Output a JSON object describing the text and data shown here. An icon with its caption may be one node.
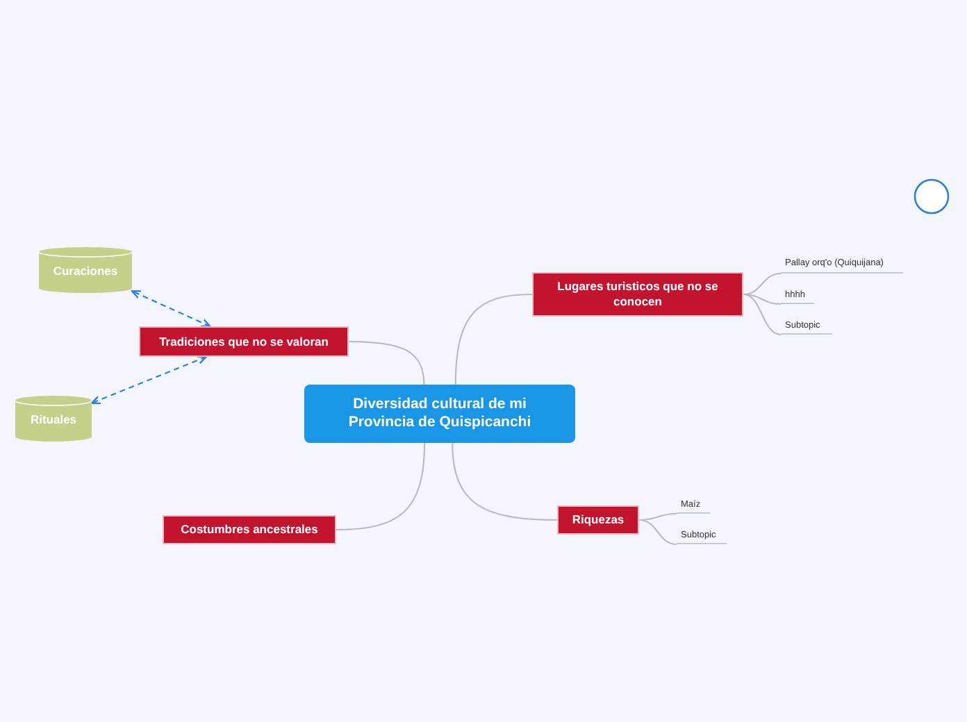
{
  "diagram": {
    "nodes": [
      {
        "text": [
          "Diversidad cultural de mi Provincia de Quispicanchi"
        ]
      },
      {
        "text": [
          "Tradiciones que no se valoran"
        ]
      },
      {
        "text": [
          "Curaciones"
        ]
      },
      {
        "text": [
          "Rituales"
        ]
      },
      {
        "text": [
          "Lugares turisticos que no se conocen"
        ]
      },
      {
        "text": [
          "Pallay orq'o (Quiquijana)"
        ]
      },
      {
        "text": [
          "hhhh"
        ]
      },
      {
        "text": [
          "Subtopic"
        ]
      },
      {
        "text": [
          "Riquezas"
        ]
      },
      {
        "text": [
          "Maíz"
        ]
      },
      {
        "text": [
          "Subtopic"
        ]
      },
      {
        "text": [
          "Costumbres ancestrales"
        ]
      },
      {
        "text": [],
        "shape": "circle"
      }
    ],
    "edges": [
      {
        "from": 0,
        "to": 1,
        "arrow": "none"
      },
      {
        "from": 1,
        "to": 2,
        "arrow": "both",
        "style": "dashed",
        "color": "#2f7fe0"
      },
      {
        "from": 1,
        "to": 3,
        "arrow": "both",
        "style": "dashed",
        "color": "#2f7fe0"
      },
      {
        "from": 0,
        "to": 4,
        "arrow": "none"
      },
      {
        "from": 4,
        "to": 5,
        "arrow": "none"
      },
      {
        "from": 4,
        "to": 6,
        "arrow": "none"
      },
      {
        "from": 4,
        "to": 7,
        "arrow": "none"
      },
      {
        "from": 0,
        "to": 8,
        "arrow": "none"
      },
      {
        "from": 8,
        "to": 9,
        "arrow": "none"
      },
      {
        "from": 8,
        "to": 10,
        "arrow": "none"
      },
      {
        "from": 0,
        "to": 11,
        "arrow": "none"
      }
    ]
  }
}
